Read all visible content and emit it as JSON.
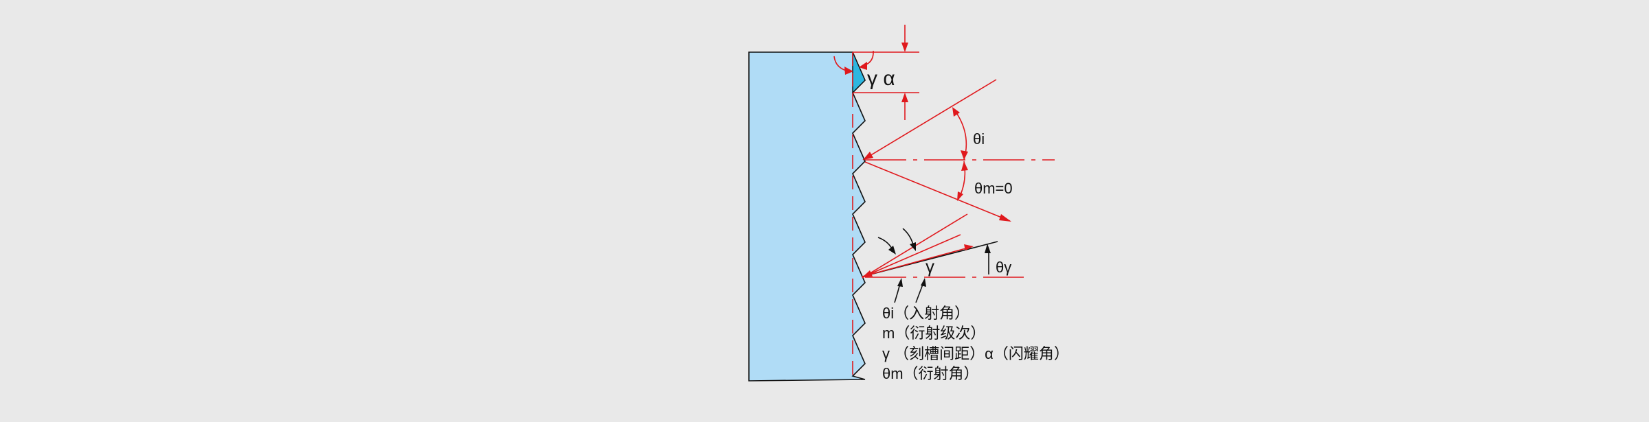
{
  "colors": {
    "background": "#e9e9e9",
    "grating_fill": "#b0dcf6",
    "blaze_face_fill": "#2db7e0",
    "ray_red": "#e0191d",
    "outline": "#111111"
  },
  "labels": {
    "gamma_alpha": "γ α",
    "theta_i": "θi",
    "theta_m0": "θm=0",
    "gamma": "γ",
    "theta_gamma": "θγ"
  },
  "legend": [
    "θi（入射角）",
    "m（衍射级次）",
    "γ （刻槽间距）α（闪耀角）",
    "θm（衍射角）"
  ]
}
